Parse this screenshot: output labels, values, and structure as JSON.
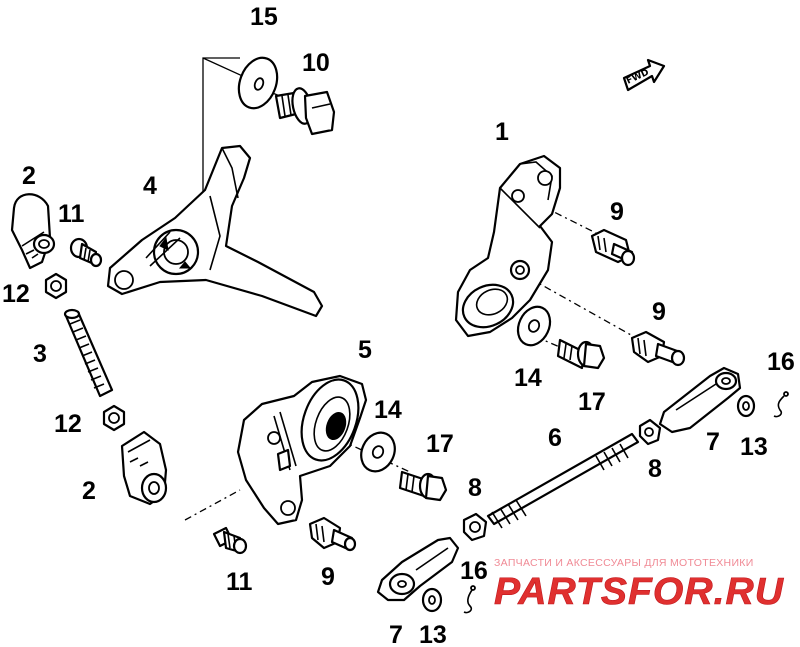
{
  "callouts": [
    {
      "id": "c15",
      "text": "15"
    },
    {
      "id": "c10",
      "text": "10"
    },
    {
      "id": "c1",
      "text": "1"
    },
    {
      "id": "c2a",
      "text": "2"
    },
    {
      "id": "c11a",
      "text": "11"
    },
    {
      "id": "c4",
      "text": "4"
    },
    {
      "id": "c9a",
      "text": "9"
    },
    {
      "id": "c12a",
      "text": "12"
    },
    {
      "id": "c3",
      "text": "3"
    },
    {
      "id": "c9b",
      "text": "9"
    },
    {
      "id": "c5",
      "text": "5"
    },
    {
      "id": "c14a",
      "text": "14"
    },
    {
      "id": "c16a",
      "text": "16"
    },
    {
      "id": "c17a",
      "text": "17"
    },
    {
      "id": "c14b",
      "text": "14"
    },
    {
      "id": "c12b",
      "text": "12"
    },
    {
      "id": "c6",
      "text": "6"
    },
    {
      "id": "c7a",
      "text": "7"
    },
    {
      "id": "c13a",
      "text": "13"
    },
    {
      "id": "c17b",
      "text": "17"
    },
    {
      "id": "c8a",
      "text": "8"
    },
    {
      "id": "c2b",
      "text": "2"
    },
    {
      "id": "c8b",
      "text": "8"
    },
    {
      "id": "c11b",
      "text": "11"
    },
    {
      "id": "c9c",
      "text": "9"
    },
    {
      "id": "c16b",
      "text": "16"
    },
    {
      "id": "c7b",
      "text": "7"
    },
    {
      "id": "c13b",
      "text": "13"
    }
  ],
  "fwd_mark": "FWD",
  "watermark": {
    "tagline": "ЗАПЧАСТИ И АКСЕССУАРЫ ДЛЯ МОТОТЕХНИКИ",
    "logo": "PARTSFOR.RU"
  }
}
